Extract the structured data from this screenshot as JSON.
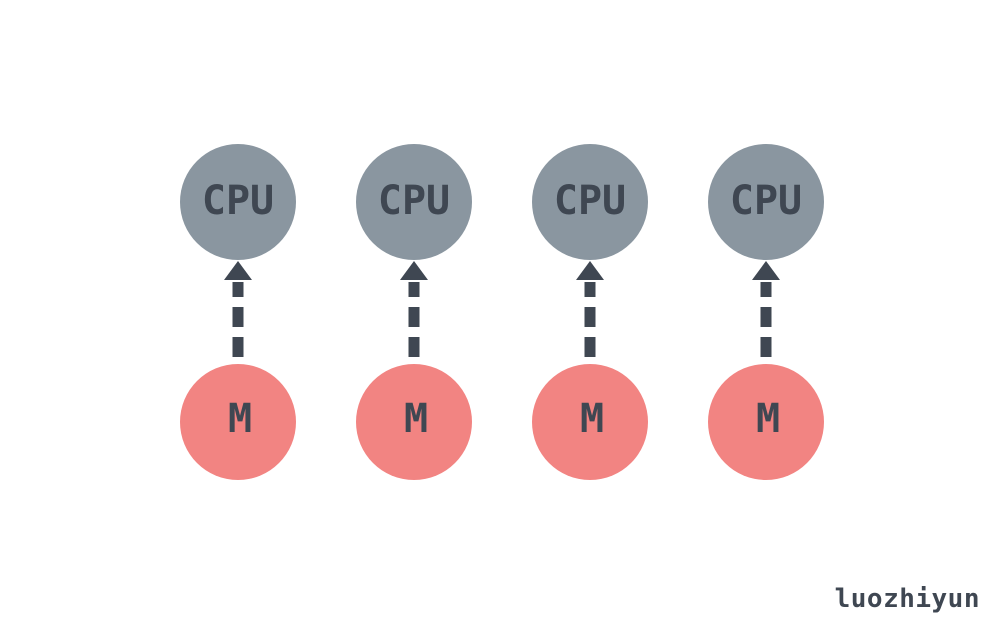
{
  "colors": {
    "cpu_fill": "#8a96a0",
    "m_fill": "#f28482",
    "text": "#3f4752",
    "arrow": "#3f4752",
    "background": "#ffffff"
  },
  "pairs": [
    {
      "cpu_label": "CPU",
      "m_label": "M"
    },
    {
      "cpu_label": "CPU",
      "m_label": "M"
    },
    {
      "cpu_label": "CPU",
      "m_label": "M"
    },
    {
      "cpu_label": "CPU",
      "m_label": "M"
    }
  ],
  "arrow_style": "dashed",
  "arrow_direction": "M-to-CPU",
  "watermark": "luozhiyun"
}
